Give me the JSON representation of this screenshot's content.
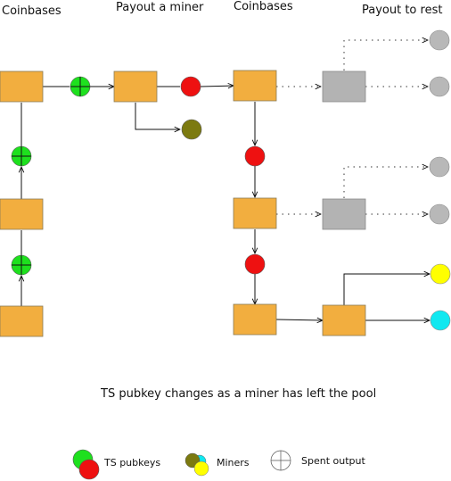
{
  "headers": {
    "coinbases_left": "Coinbases",
    "payout_miner": "Payout a miner",
    "coinbases_right": "Coinbases",
    "payout_rest": "Payout to rest"
  },
  "caption": "TS pubkey changes as a miner has left the pool",
  "legend": {
    "ts_pubkeys": "TS pubkeys",
    "miners": "Miners",
    "spent_output": "Spent  output"
  },
  "colors": {
    "box": "#f2ae3f",
    "box_gray": "#b3b3b3",
    "green": "#1ee01e",
    "red": "#ee1111",
    "olive": "#7c7a10",
    "yellow": "#ffff00",
    "cyan": "#11e8f0",
    "gray_dot": "#b8b8b8"
  }
}
